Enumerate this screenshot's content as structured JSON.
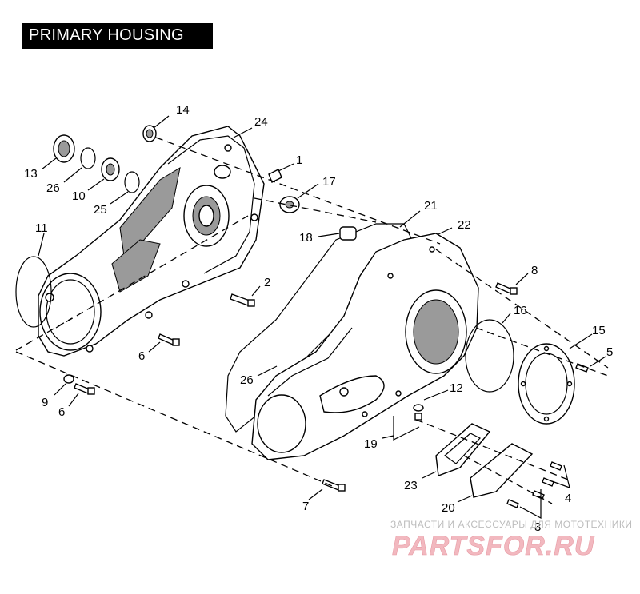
{
  "title": "PRIMARY HOUSING",
  "callouts": [
    {
      "id": "c14",
      "text": "14"
    },
    {
      "id": "c24",
      "text": "24"
    },
    {
      "id": "c13",
      "text": "13"
    },
    {
      "id": "c26a",
      "text": "26"
    },
    {
      "id": "c10",
      "text": "10"
    },
    {
      "id": "c25",
      "text": "25"
    },
    {
      "id": "c1",
      "text": "1"
    },
    {
      "id": "c17",
      "text": "17"
    },
    {
      "id": "c11",
      "text": "11"
    },
    {
      "id": "c21",
      "text": "21"
    },
    {
      "id": "c22",
      "text": "22"
    },
    {
      "id": "c18",
      "text": "18"
    },
    {
      "id": "c8",
      "text": "8"
    },
    {
      "id": "c2",
      "text": "2"
    },
    {
      "id": "c16",
      "text": "16"
    },
    {
      "id": "c15",
      "text": "15"
    },
    {
      "id": "c6a",
      "text": "6"
    },
    {
      "id": "c5",
      "text": "5"
    },
    {
      "id": "c26b",
      "text": "26"
    },
    {
      "id": "c12",
      "text": "12"
    },
    {
      "id": "c9",
      "text": "9"
    },
    {
      "id": "c6b",
      "text": "6"
    },
    {
      "id": "c19",
      "text": "19"
    },
    {
      "id": "c23",
      "text": "23"
    },
    {
      "id": "c4",
      "text": "4"
    },
    {
      "id": "c7",
      "text": "7"
    },
    {
      "id": "c20",
      "text": "20"
    },
    {
      "id": "c3",
      "text": "3"
    }
  ],
  "watermark": {
    "caption": "ЗАПЧАСТИ И АКСЕССУАРЫ ДЛЯ МОТОТЕХНИКИ",
    "logo": "PARTSFOR.RU"
  }
}
